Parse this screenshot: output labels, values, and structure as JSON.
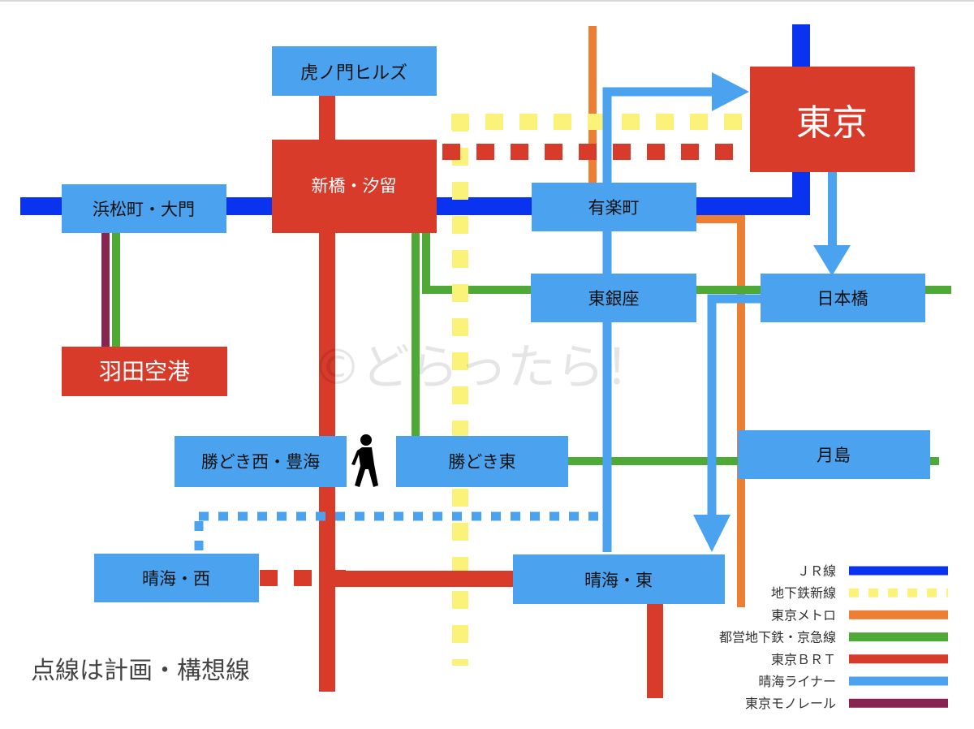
{
  "stations": {
    "toranomon": "虎ノ門ヒルズ",
    "shimbashi": "新橋・汐留",
    "hamamatsucho": "浜松町・大門",
    "yurakucho": "有楽町",
    "tokyo": "東京",
    "higashi_ginza": "東銀座",
    "nihonbashi": "日本橋",
    "haneda": "羽田空港",
    "kachidoki_nishi": "勝どき西・豊海",
    "kachidoki_higashi": "勝どき東",
    "tsukishima": "月島",
    "harumi_nishi": "晴海・西",
    "harumi_higashi": "晴海・東"
  },
  "watermark": "©どらったら！",
  "note": "点線は計画・構想線",
  "legend": [
    {
      "label": "ＪＲ線",
      "color": "#0a33f0",
      "dashed": false
    },
    {
      "label": "地下鉄新線",
      "color": "#fbf27a",
      "dashed": true
    },
    {
      "label": "東京メトロ",
      "color": "#ed7f34",
      "dashed": false
    },
    {
      "label": "都営地下鉄・京急線",
      "color": "#4ea936",
      "dashed": false
    },
    {
      "label": "東京ＢＲＴ",
      "color": "#d93b2b",
      "dashed": false
    },
    {
      "label": "晴海ライナー",
      "color": "#4ba3ef",
      "dashed": false
    },
    {
      "label": "東京モノレール",
      "color": "#87244f",
      "dashed": false
    }
  ],
  "colors": {
    "station_blue": "#4ba3ef",
    "station_red": "#d93b2b"
  },
  "icons": {
    "walker": "walking-person-icon"
  }
}
